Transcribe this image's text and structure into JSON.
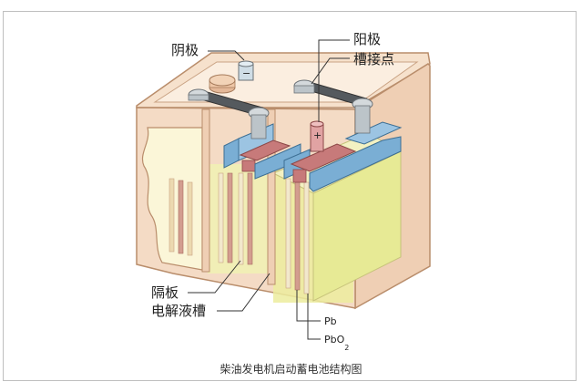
{
  "labels": {
    "cathode": "阴极",
    "anode": "阳极",
    "tank_contact": "槽接点",
    "separator": "隔板",
    "electrolyte_tank": "电解液槽",
    "pb": "Pb",
    "pbo2_base": "PbO",
    "pbo2_sub": "2",
    "minus_sign": "−",
    "plus_sign": "+"
  },
  "caption": "柴油发电机启动蓄电池结构图",
  "colors": {
    "case": "#f3d9c2",
    "case_stroke": "#b98d6b",
    "electrolyte": "#f3f0b8",
    "plate_blue": "#7aaed4",
    "plate_red": "#c77a7a",
    "terminal": "#bcc4c9"
  }
}
